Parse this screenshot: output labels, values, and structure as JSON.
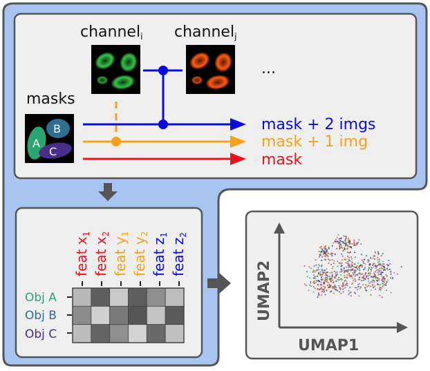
{
  "inputs": {
    "channel_i": {
      "base": "channel",
      "sub": "i"
    },
    "channel_j": {
      "base": "channel",
      "sub": "j"
    },
    "ellipsis": "...",
    "masks_label": "masks",
    "mask_objects": [
      "A",
      "B",
      "C"
    ]
  },
  "outputs": [
    {
      "label": "mask + 2 imgs",
      "color": "#0a0adb"
    },
    {
      "label": "mask + 1 img",
      "color": "#f5a21b"
    },
    {
      "label": "mask",
      "color": "#e8141b"
    }
  ],
  "feature_table": {
    "columns": [
      {
        "base": "feat x",
        "sub": "1",
        "color": "#e8141b"
      },
      {
        "base": "feat x",
        "sub": "2",
        "color": "#e8141b"
      },
      {
        "base": "feat y",
        "sub": "1",
        "color": "#f5a21b"
      },
      {
        "base": "feat y",
        "sub": "2",
        "color": "#f5a21b"
      },
      {
        "base": "feat z",
        "sub": "1",
        "color": "#0a0adb"
      },
      {
        "base": "feat z",
        "sub": "2",
        "color": "#0a0adb"
      }
    ],
    "rows": [
      {
        "label": "Obj A",
        "color": "#2aa56f"
      },
      {
        "label": "Obj B",
        "color": "#2e6e8e"
      },
      {
        "label": "Obj C",
        "color": "#4a2d8a"
      }
    ],
    "cell_shades": [
      [
        "#b8b8b8",
        "#5e5e5e",
        "#c9c9c9",
        "#5e5e5e",
        "#8e8e8e",
        "#bdbdbd"
      ],
      [
        "#8c8c8c",
        "#d0d0d0",
        "#7a7a7a",
        "#555555",
        "#c4c4c4",
        "#5b5b5b"
      ],
      [
        "#bcbcbc",
        "#646464",
        "#8e8e8e",
        "#d3d3d3",
        "#6a6a6a",
        "#c0c0c0"
      ]
    ]
  },
  "umap": {
    "xlabel": "UMAP1",
    "ylabel": "UMAP2"
  },
  "colors": {
    "frame_blue": "#a8c4f0",
    "frame_border": "#555555",
    "panel_bg": "#efefef",
    "arrow_gray": "#555555"
  }
}
